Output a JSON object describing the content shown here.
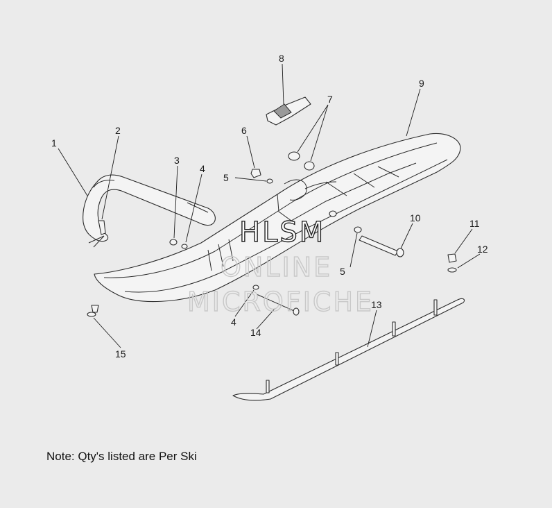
{
  "callouts": {
    "c1": "1",
    "c2": "2",
    "c3": "3",
    "c4a": "4",
    "c4b": "4",
    "c5a": "5",
    "c5b": "5",
    "c6": "6",
    "c7": "7",
    "c8": "8",
    "c9": "9",
    "c10": "10",
    "c11": "11",
    "c12": "12",
    "c13": "13",
    "c14": "14",
    "c15": "15"
  },
  "watermark": {
    "line1": "HLSM",
    "line2": "ONLINE",
    "line3": "MICROFICHE"
  },
  "note": "Note: Qty's listed are Per Ski"
}
